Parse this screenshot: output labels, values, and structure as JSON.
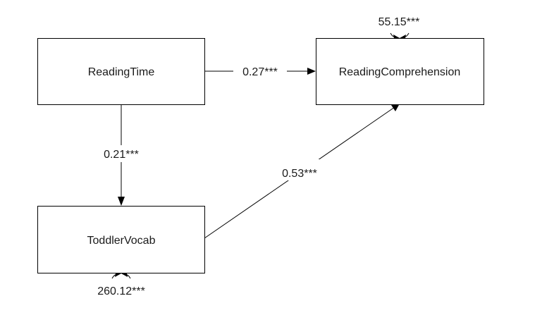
{
  "diagram": {
    "type": "path-diagram",
    "nodes": [
      {
        "id": "reading_time",
        "label": "ReadingTime"
      },
      {
        "id": "reading_comprehension",
        "label": "ReadingComprehension"
      },
      {
        "id": "toddler_vocab",
        "label": "ToddlerVocab"
      }
    ],
    "paths": [
      {
        "from": "reading_time",
        "to": "reading_comprehension",
        "label": "0.27***"
      },
      {
        "from": "reading_time",
        "to": "toddler_vocab",
        "label": "0.21***"
      },
      {
        "from": "toddler_vocab",
        "to": "reading_comprehension",
        "label": "0.53***"
      }
    ],
    "variances": [
      {
        "node": "reading_comprehension",
        "label": "55.15***"
      },
      {
        "node": "toddler_vocab",
        "label": "260.12***"
      }
    ]
  }
}
